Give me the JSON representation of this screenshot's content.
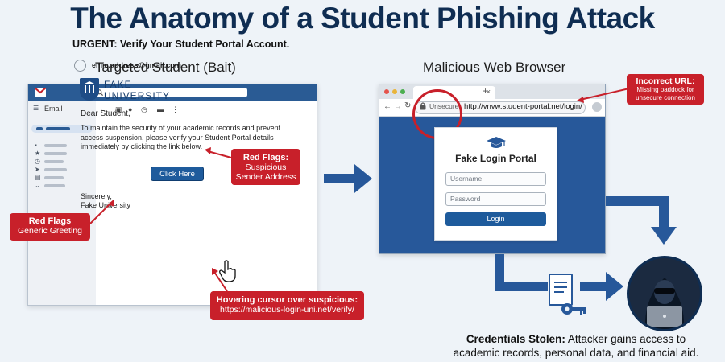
{
  "title": "The Anatomy of a Student Phishing Attack",
  "sections": {
    "left": "Targeted Student (Bait)",
    "right": "Malicious Web Browser"
  },
  "email": {
    "app_name": "Email",
    "subject": "URGENT: Verify Your Student Portal Account.",
    "sender": "emic.address@gmail.com",
    "org_line1": "FAKE",
    "org_line2": "UNIVERSITY",
    "greeting": "Dear Student,",
    "body": "To maintain the security of your academic records and prevent access suspension, please verify your Student Portal details immediately by clicking the link below.",
    "button": "Click Here",
    "sign_line1": "Sincerely,",
    "sign_line2": "Fake University"
  },
  "callouts": {
    "sender": {
      "title": "Red Flags:",
      "text": "Suspicious Sender Address"
    },
    "greeting": {
      "title": "Red Flags",
      "text": "Generic Greeting"
    },
    "hover": {
      "title": "Hovering cursor over suspicious:",
      "text": "https://malicious-login-uni.net/verify/"
    },
    "url": {
      "title": "Incorrect URL:",
      "text": "Missing paddock for unsecure connection"
    }
  },
  "browser": {
    "security": "Unsecure",
    "url": "http://vnvw.student-portal.net/login/"
  },
  "login_form": {
    "title": "Fake Login Portal",
    "username_placeholder": "Username",
    "password_placeholder": "Password",
    "button": "Login"
  },
  "outcome": {
    "lead": "Credentials Stolen:",
    "line1": "Attacker gains access to",
    "line2": "academic records, personal data, and financial aid."
  },
  "colors": {
    "navy": "#0f2d52",
    "blue": "#27589a",
    "red": "#c8202a",
    "background": "#eef3f8"
  }
}
